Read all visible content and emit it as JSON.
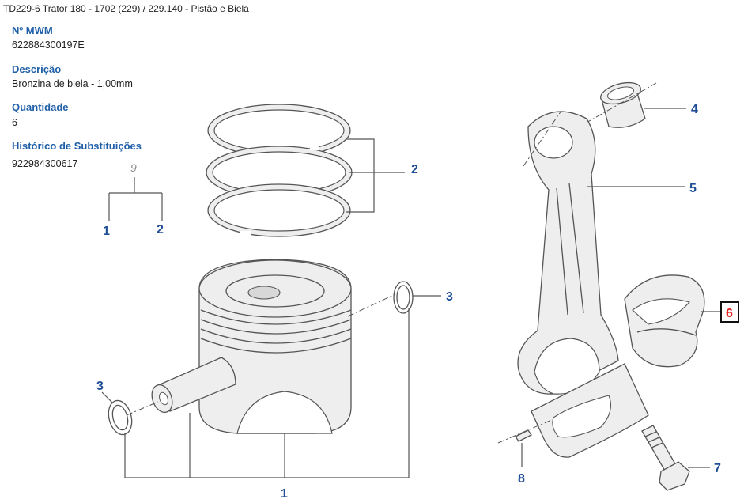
{
  "breadcrumb": "TD229-6 Trator 180 - 1702 (229)  /  229.140 - Pistão e Biela",
  "fields": [
    {
      "label": "Nº MWM",
      "value": "622884300197E"
    },
    {
      "label": "Descrição",
      "value": "Bronzina de biela - 1,00mm"
    },
    {
      "label": "Quantidade",
      "value": "6"
    },
    {
      "label": "Histórico de Substituições",
      "value": "922984300617"
    }
  ],
  "diagram": {
    "group_label": "9",
    "group_children": [
      "1",
      "2"
    ],
    "callouts": {
      "piston_rings": "2",
      "snap_ring_right": "3",
      "snap_ring_left": "3",
      "piston": "1",
      "small_end_bushing": "4",
      "connecting_rod": "5",
      "bearing_shell": "6",
      "bolt": "7",
      "dowel": "8"
    },
    "highlight_color": "#e02020",
    "callout_color": "#1f4e96"
  }
}
